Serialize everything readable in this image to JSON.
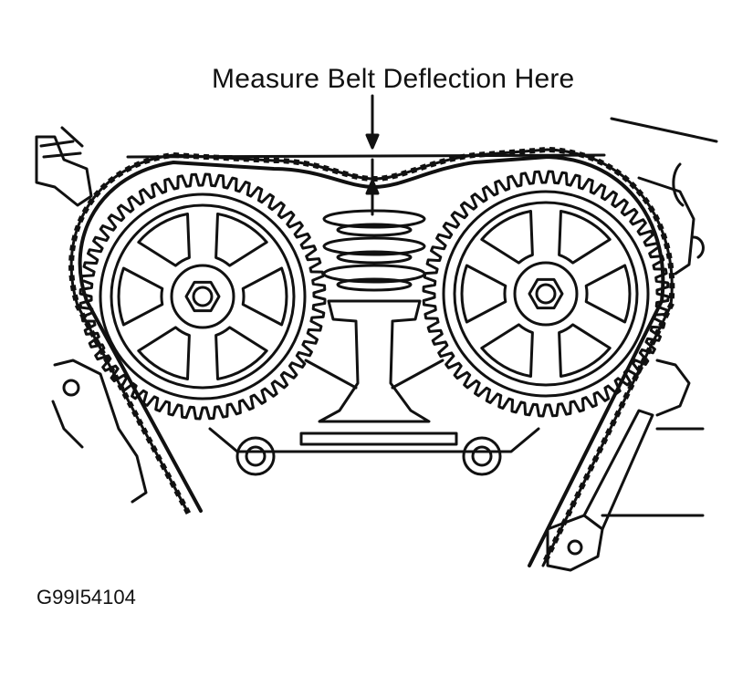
{
  "callout": {
    "text": "Measure Belt Deflection Here"
  },
  "figure_id": {
    "text": "G99I54104"
  },
  "colors": {
    "ink": "#111111",
    "background": "#ffffff"
  },
  "diagram": {
    "sprockets": [
      {
        "name": "left-camshaft-sprocket",
        "spokes": 6
      },
      {
        "name": "right-camshaft-sprocket",
        "spokes": 6
      }
    ]
  }
}
